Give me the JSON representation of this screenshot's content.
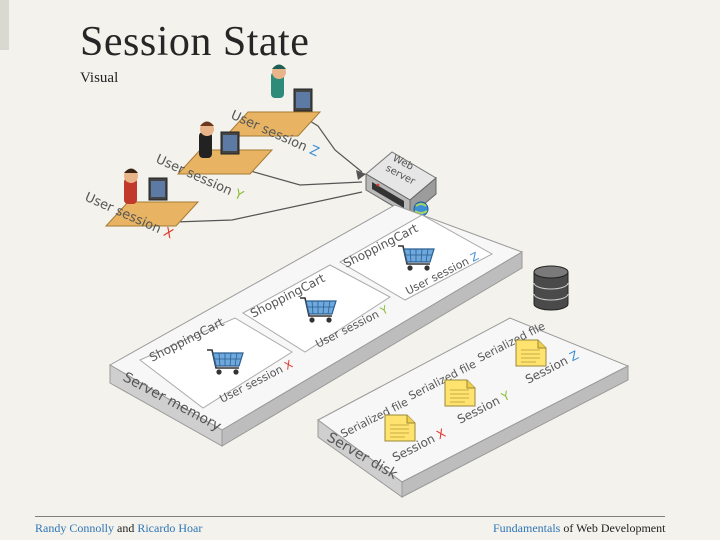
{
  "slide": {
    "title": "Session State",
    "subtitle": "Visual"
  },
  "diagram": {
    "users": [
      {
        "label": "User session",
        "letter": "Z"
      },
      {
        "label": "User session",
        "letter": "Y"
      },
      {
        "label": "User session",
        "letter": "X"
      }
    ],
    "web_server": {
      "line1": "Web",
      "line2": "server"
    },
    "memory": {
      "label": "Server memory",
      "carts": [
        {
          "title": "ShoppingCart",
          "session": "User session",
          "letter": "X"
        },
        {
          "title": "ShoppingCart",
          "session": "User session",
          "letter": "Y"
        },
        {
          "title": "ShoppingCart",
          "session": "User session",
          "letter": "Z"
        }
      ]
    },
    "disk": {
      "label": "Server disk",
      "files": [
        {
          "title": "Serialized file",
          "session": "Session",
          "letter": "X"
        },
        {
          "title": "Serialized file",
          "session": "Session",
          "letter": "Y"
        },
        {
          "title": "Serialized file",
          "session": "Session",
          "letter": "Z"
        }
      ]
    },
    "colors": {
      "x": "#e03a2f",
      "y": "#8bbf3a",
      "z": "#3a8fd6",
      "label": "#555555"
    }
  },
  "footer": {
    "author_a": "Randy Connolly",
    "and": "and",
    "author_b": "Ricardo Hoar",
    "book_a": "Fundamentals",
    "book_of": "of",
    "book_b": "Web Development"
  }
}
